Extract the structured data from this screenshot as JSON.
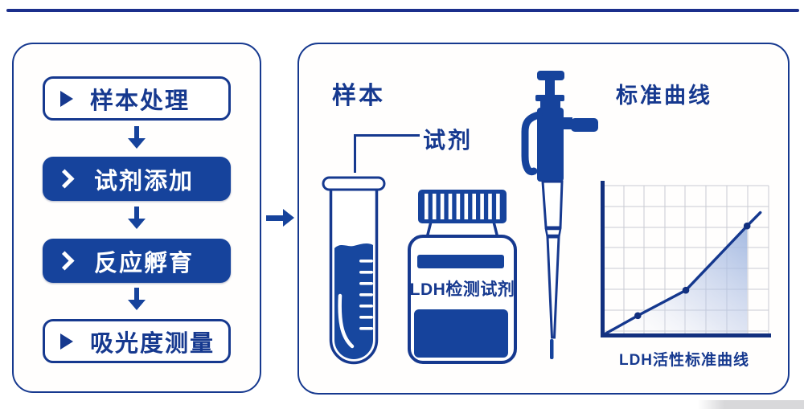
{
  "colors": {
    "primary_navy": "#16398f",
    "solid_box_blue": "#16439c",
    "axis_dark_blue": "#12307f",
    "grid_gray": "#c9cbd2",
    "area_fill_blue": "#9fb6e0",
    "background": "#ffffff"
  },
  "flow_panel": {
    "steps": [
      {
        "label": "样本处理",
        "style": "outline",
        "icon": "play-icon"
      },
      {
        "label": "试剂添加",
        "style": "solid",
        "icon": "chevron-right-icon"
      },
      {
        "label": "反应孵育",
        "style": "solid",
        "icon": "chevron-right-icon"
      },
      {
        "label": "吸光度测量",
        "style": "outline",
        "icon": "play-icon"
      }
    ]
  },
  "right_panel": {
    "sample_label": "样本",
    "reagent_label": "试剂",
    "bottle_label": "LDH检测试剂",
    "curve_title": "标准曲线",
    "curve_caption": "LDH活性标准曲线"
  },
  "chart_data": {
    "type": "line",
    "title": "标准曲线",
    "caption": "LDH活性标准曲线",
    "xlabel": "",
    "ylabel": "",
    "grid": true,
    "axis_tick_labels_visible": false,
    "x": [
      0,
      0.21,
      0.5,
      0.87,
      0.95
    ],
    "y": [
      0,
      0.13,
      0.3,
      0.73,
      0.82
    ],
    "marker_indices": [
      1,
      2,
      3
    ],
    "area_to_index": 3
  }
}
